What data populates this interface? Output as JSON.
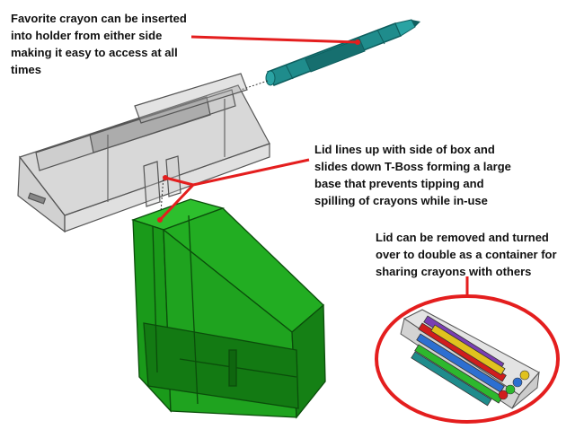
{
  "annotations": {
    "crayon_note": "Favorite crayon can be inserted\ninto holder from either side\nmaking it easy to access at all\ntimes",
    "lid_note": "Lid lines up with side of box and\nslides down T-Boss forming a large\nbase that prevents tipping and\nspilling of crayons while in-use",
    "container_note": "Lid can be removed and turned\nover to double as a container for\nsharing crayons with others"
  },
  "colors": {
    "callout_line": "#e41e1e",
    "box_green": "#1fa31f",
    "box_green_dark": "#137a13",
    "lid_gray": "#9a9a9a",
    "crayon_teal": "#1f8c8c"
  },
  "icons": {
    "crayon": "crayon-illustration",
    "lid": "lid-holder-illustration",
    "box": "green-box-illustration",
    "container": "lid-container-with-crayons-illustration"
  }
}
